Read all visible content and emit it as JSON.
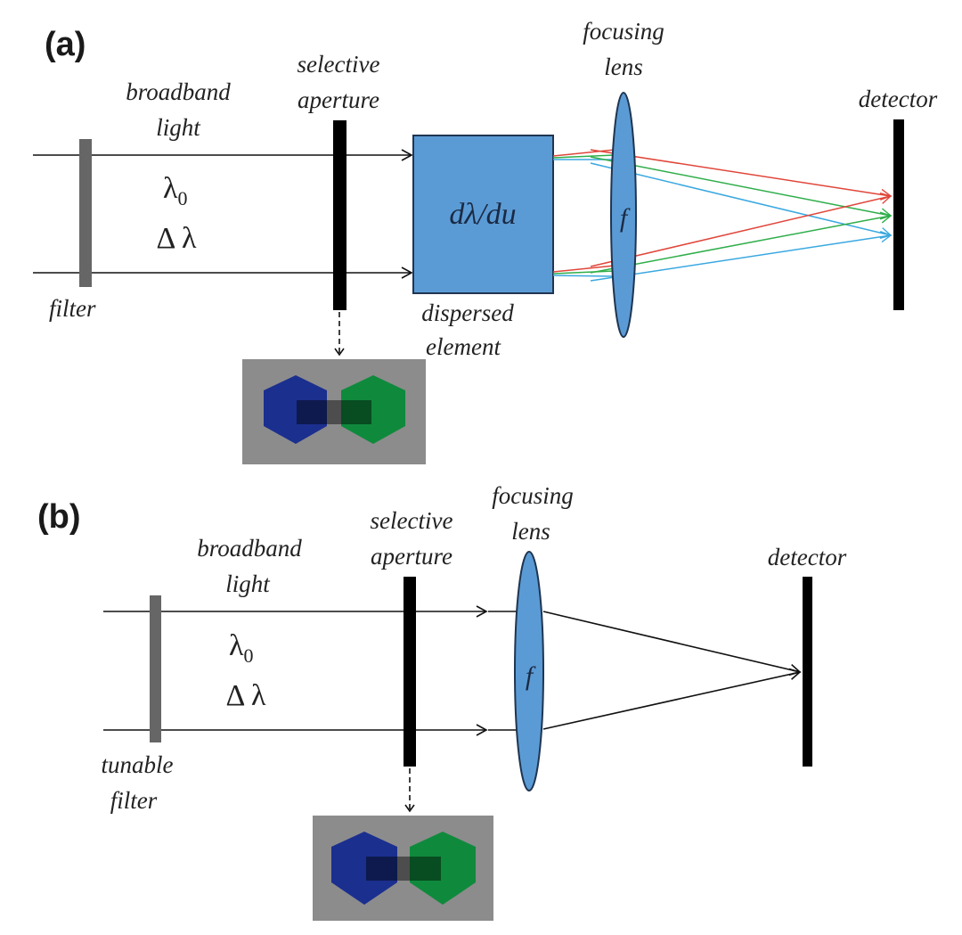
{
  "panels": [
    {
      "id": "a",
      "label": "(a)",
      "labels": {
        "light_line1": "broadband",
        "light_line2": "light",
        "lambda": "λ",
        "lambda_sub": "0",
        "delta_lambda": "Δ λ",
        "filter": "filter",
        "aperture_line1": "selective",
        "aperture_line2": "aperture",
        "dispersive_symbol": "dλ/du",
        "dispersive_line1": "dispersed",
        "dispersive_line2": "element",
        "lens_line1": "focusing",
        "lens_line2": "lens",
        "lens_symbol": "f",
        "detector": "detector"
      }
    },
    {
      "id": "b",
      "label": "(b)",
      "labels": {
        "light_line1": "broadband",
        "light_line2": "light",
        "lambda": "λ",
        "lambda_sub": "0",
        "delta_lambda": "Δ λ",
        "filter_line1": "tunable",
        "filter_line2": "filter",
        "aperture_line1": "selective",
        "aperture_line2": "aperture",
        "lens_line1": "focusing",
        "lens_line2": "lens",
        "lens_symbol": "f",
        "detector": "detector"
      }
    }
  ],
  "colors": {
    "filter": "#666666",
    "aperture": "#000000",
    "optic_fill": "#5b9bd5",
    "optic_stroke": "#1f3550",
    "ray_red": "#e0463a",
    "ray_green": "#2fae4a",
    "ray_blue": "#3aa8e0",
    "inset_bg": "#8c8c8c",
    "hex_blue": "#1b2f8f",
    "hex_green": "#0f8a3c"
  }
}
